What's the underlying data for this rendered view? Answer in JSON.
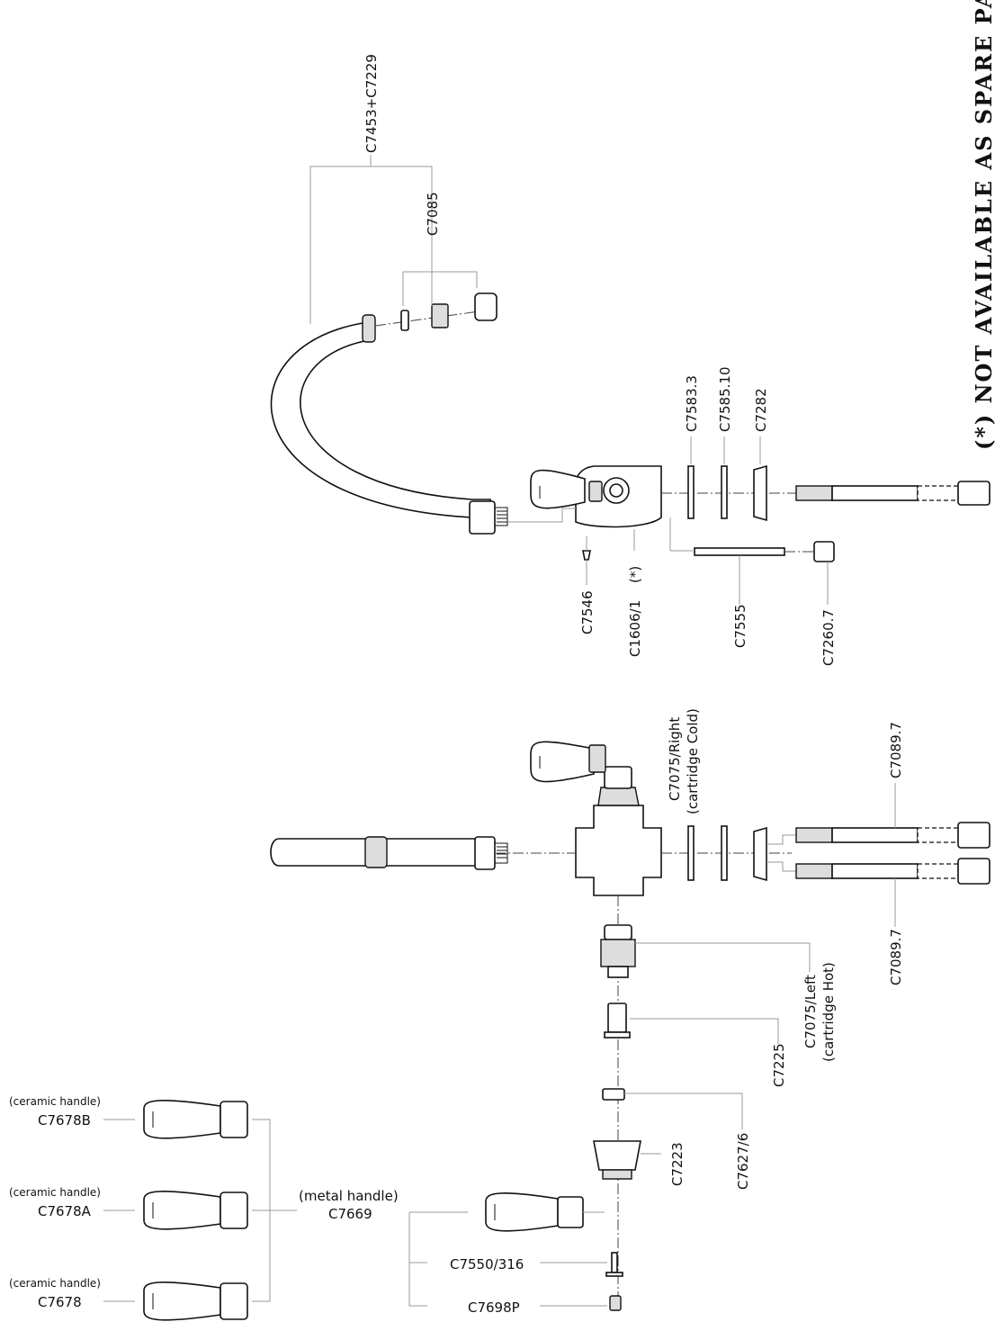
{
  "note": "(*) NOT AVAILABLE AS SPARE PART",
  "labels": {
    "c7453": "C7453+C7229",
    "c7085": "C7085",
    "c7583": "C7583.3",
    "c7585": "C7585.10",
    "c7282": "C7282",
    "c7546": "C7546",
    "c1606": "C1606/1",
    "c1606_star": "(*)",
    "c7555": "C7555",
    "c7260": "C7260.7",
    "c7075r": "C7075/Right",
    "c7075r_sub": "(cartridge Cold)",
    "c7089a": "C7089.7",
    "c7089b": "C7089.7",
    "c7075l": "C7075/Left",
    "c7075l_sub": "(cartridge Hot)",
    "c7225": "C7225",
    "c7627": "C7627/6",
    "c7223": "C7223",
    "c7678b": "C7678B",
    "c7678b_sub": "(ceramic handle)",
    "c7678a": "C7678A",
    "c7678a_sub": "(ceramic handle)",
    "c7678": "C7678",
    "c7678_sub": "(ceramic handle)",
    "c7669": "C7669",
    "c7669_sub": "(metal handle)",
    "c7550": "C7550/316",
    "c7698p": "C7698P"
  }
}
